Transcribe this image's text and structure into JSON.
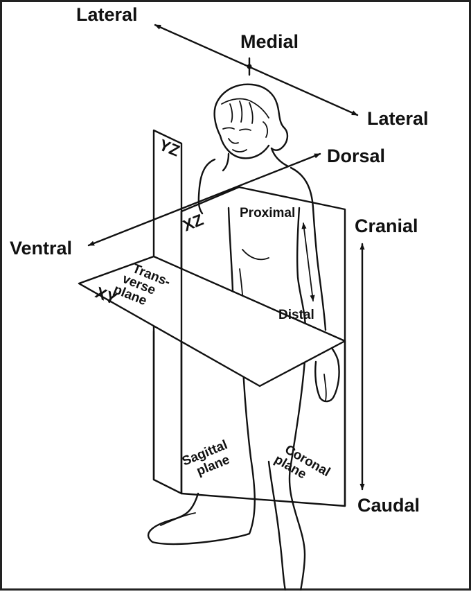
{
  "labels": {
    "lateral_top": "Lateral",
    "medial": "Medial",
    "lateral_right": "Lateral",
    "dorsal": "Dorsal",
    "ventral": "Ventral",
    "cranial": "Cranial",
    "caudal": "Caudal",
    "proximal": "Proximal",
    "distal": "Distal"
  },
  "planes": {
    "yz": "YZ",
    "xz": "XZ",
    "xy": "XY",
    "transverse": [
      "Trans-",
      "verse",
      "plane"
    ],
    "sagittal": [
      "Sagittal",
      "plane"
    ],
    "coronal": [
      "Coronal",
      "plane"
    ]
  }
}
